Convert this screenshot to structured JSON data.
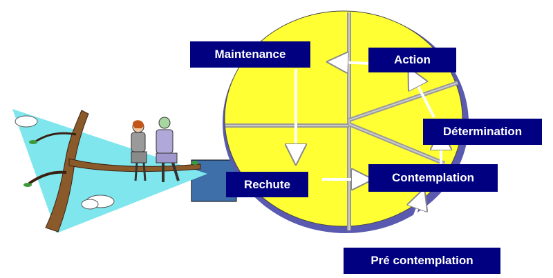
{
  "diagram": {
    "stages": {
      "maintenance": "Maintenance",
      "action": "Action",
      "determination": "Détermination",
      "contemplation": "Contemplation",
      "rechute": "Rechute",
      "pre_contemplation": "Pré contemplation"
    },
    "colors": {
      "circle_fill": "#ffff33",
      "label_bg": "#000080",
      "label_text": "#ffffff",
      "arrow": "#ffffff",
      "sky": "#7fe6ee",
      "platform": "#3f6fa8"
    },
    "icons": {
      "illustration": "tree-branch-two-people-clipart"
    }
  }
}
